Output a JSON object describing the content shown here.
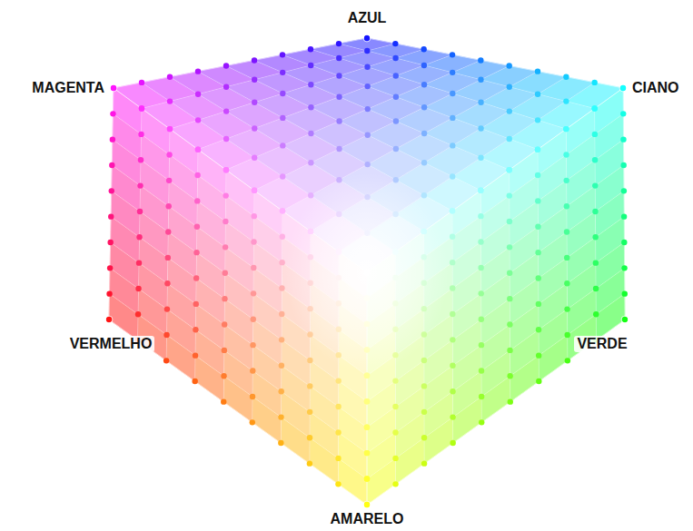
{
  "diagram": {
    "labels": [
      "AZUL",
      "MAGENTA",
      "CIANO",
      "VERMELHO",
      "VERDE",
      "AMARELO"
    ]
  }
}
